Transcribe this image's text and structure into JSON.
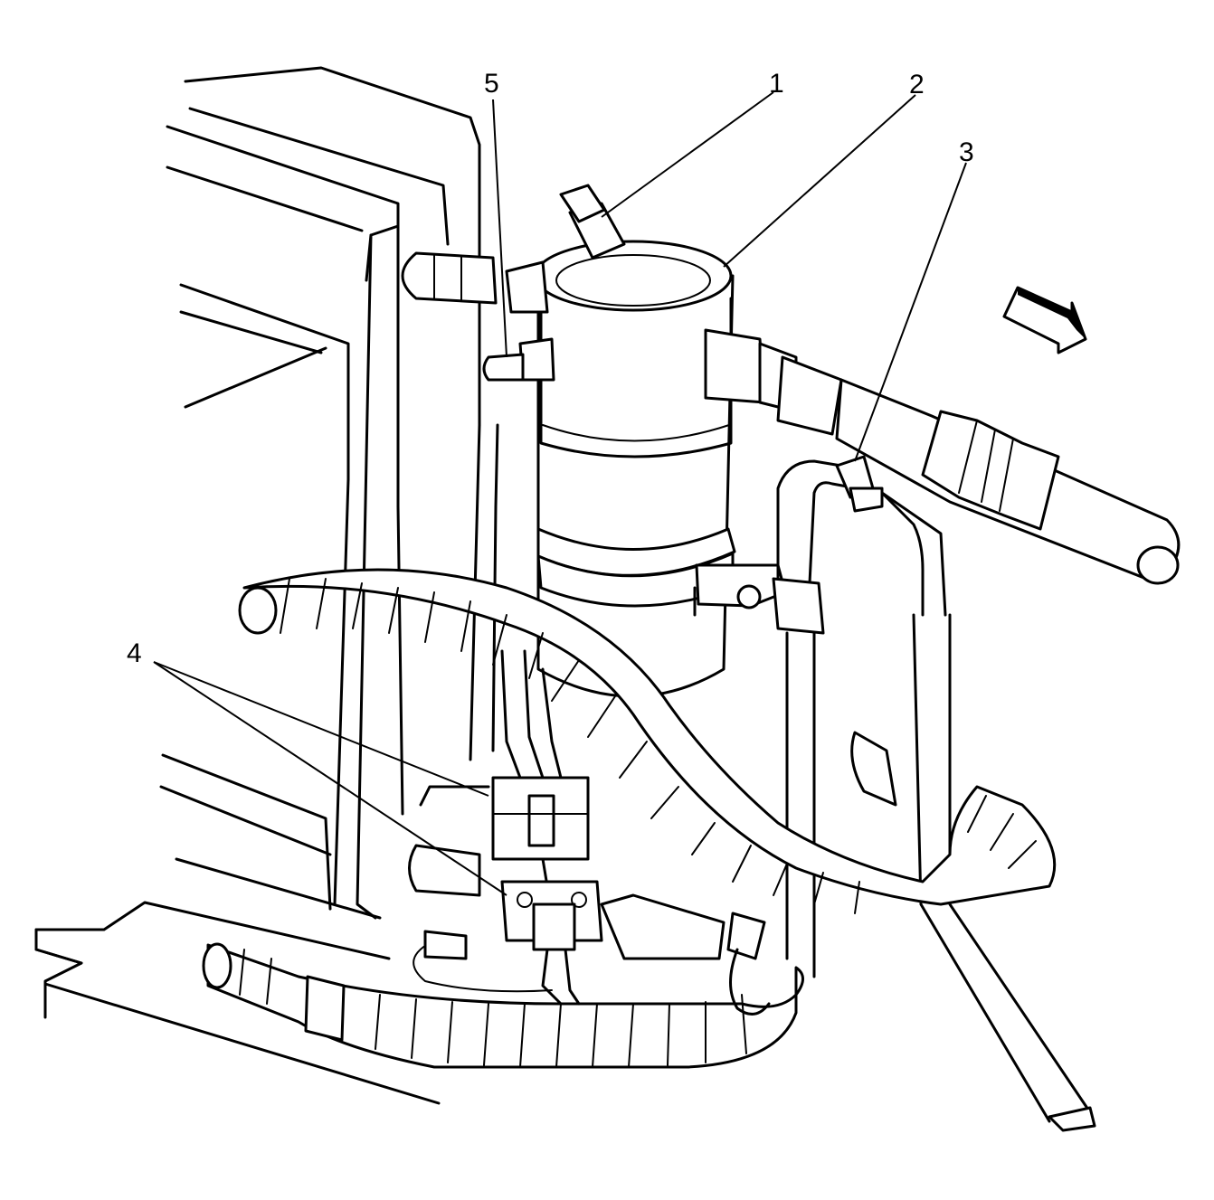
{
  "callouts": [
    {
      "id": "1",
      "label": "1"
    },
    {
      "id": "2",
      "label": "2"
    },
    {
      "id": "3",
      "label": "3"
    },
    {
      "id": "4",
      "label": "4"
    },
    {
      "id": "5",
      "label": "5"
    }
  ],
  "icons": {
    "direction_arrow": "forward-direction-arrow-icon"
  },
  "colors": {
    "line": "#000000",
    "background": "#ffffff"
  }
}
